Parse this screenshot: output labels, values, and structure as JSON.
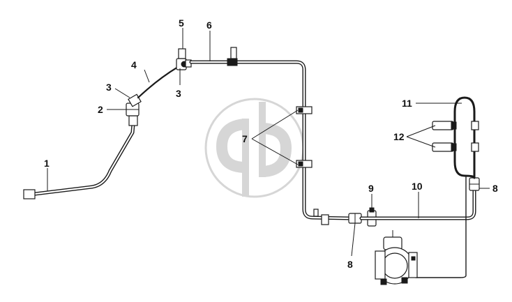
{
  "callouts": {
    "c1": "1",
    "c2": "2",
    "c3a": "3",
    "c3b": "3",
    "c4": "4",
    "c5": "5",
    "c6": "6",
    "c7": "7",
    "c8a": "8",
    "c8b": "8",
    "c9": "9",
    "c10": "10",
    "c11": "11",
    "c12": "12"
  },
  "colors": {
    "line": "#1a1a1a",
    "background": "#ffffff",
    "watermark": "#d6d6d6"
  },
  "watermark": {
    "icon": "brand-logo-watermark"
  }
}
